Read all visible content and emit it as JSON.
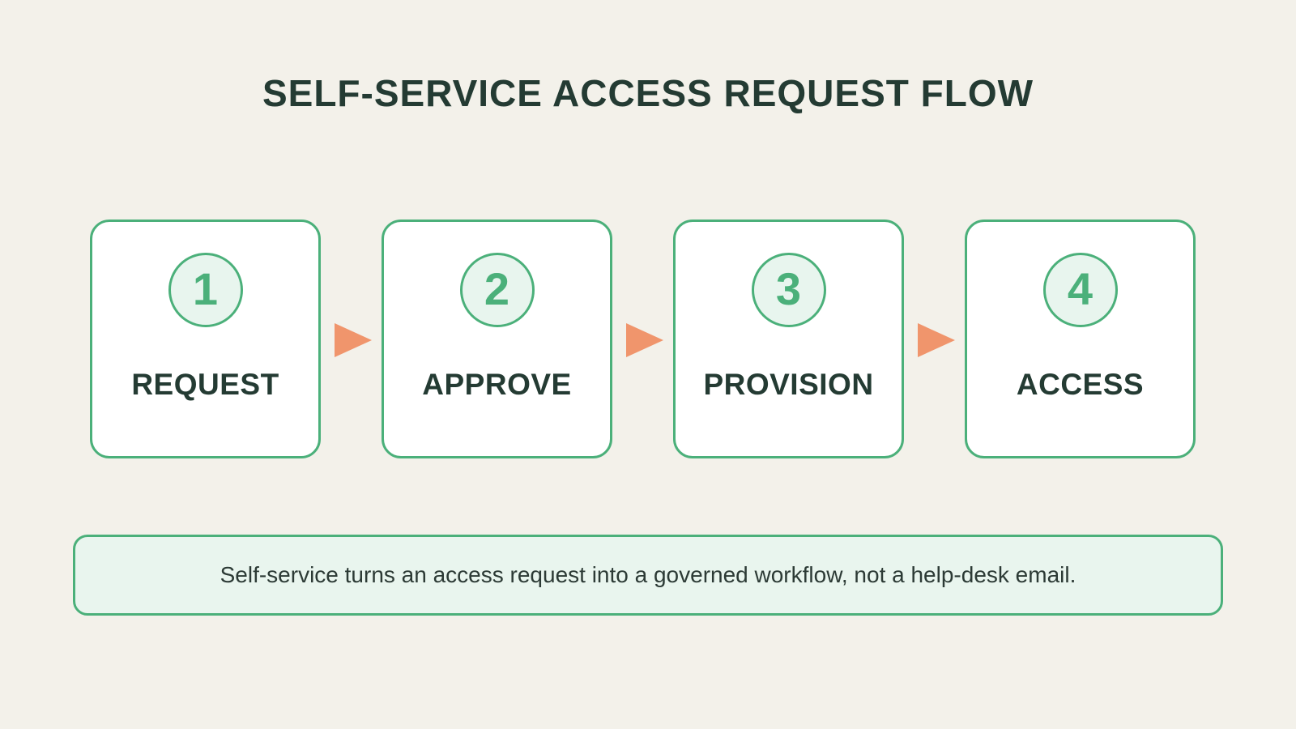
{
  "title": "SELF-SERVICE ACCESS REQUEST FLOW",
  "steps": [
    {
      "number": "1",
      "label": "REQUEST"
    },
    {
      "number": "2",
      "label": "APPROVE"
    },
    {
      "number": "3",
      "label": "PROVISION"
    },
    {
      "number": "4",
      "label": "ACCESS"
    }
  ],
  "note": "Self-service turns an access request into a governed workflow, not a help-desk email.",
  "colors": {
    "background": "#f3f1ea",
    "accent_green": "#4bb07a",
    "arrow_orange": "#f0956c",
    "text_dark": "#243b33"
  }
}
